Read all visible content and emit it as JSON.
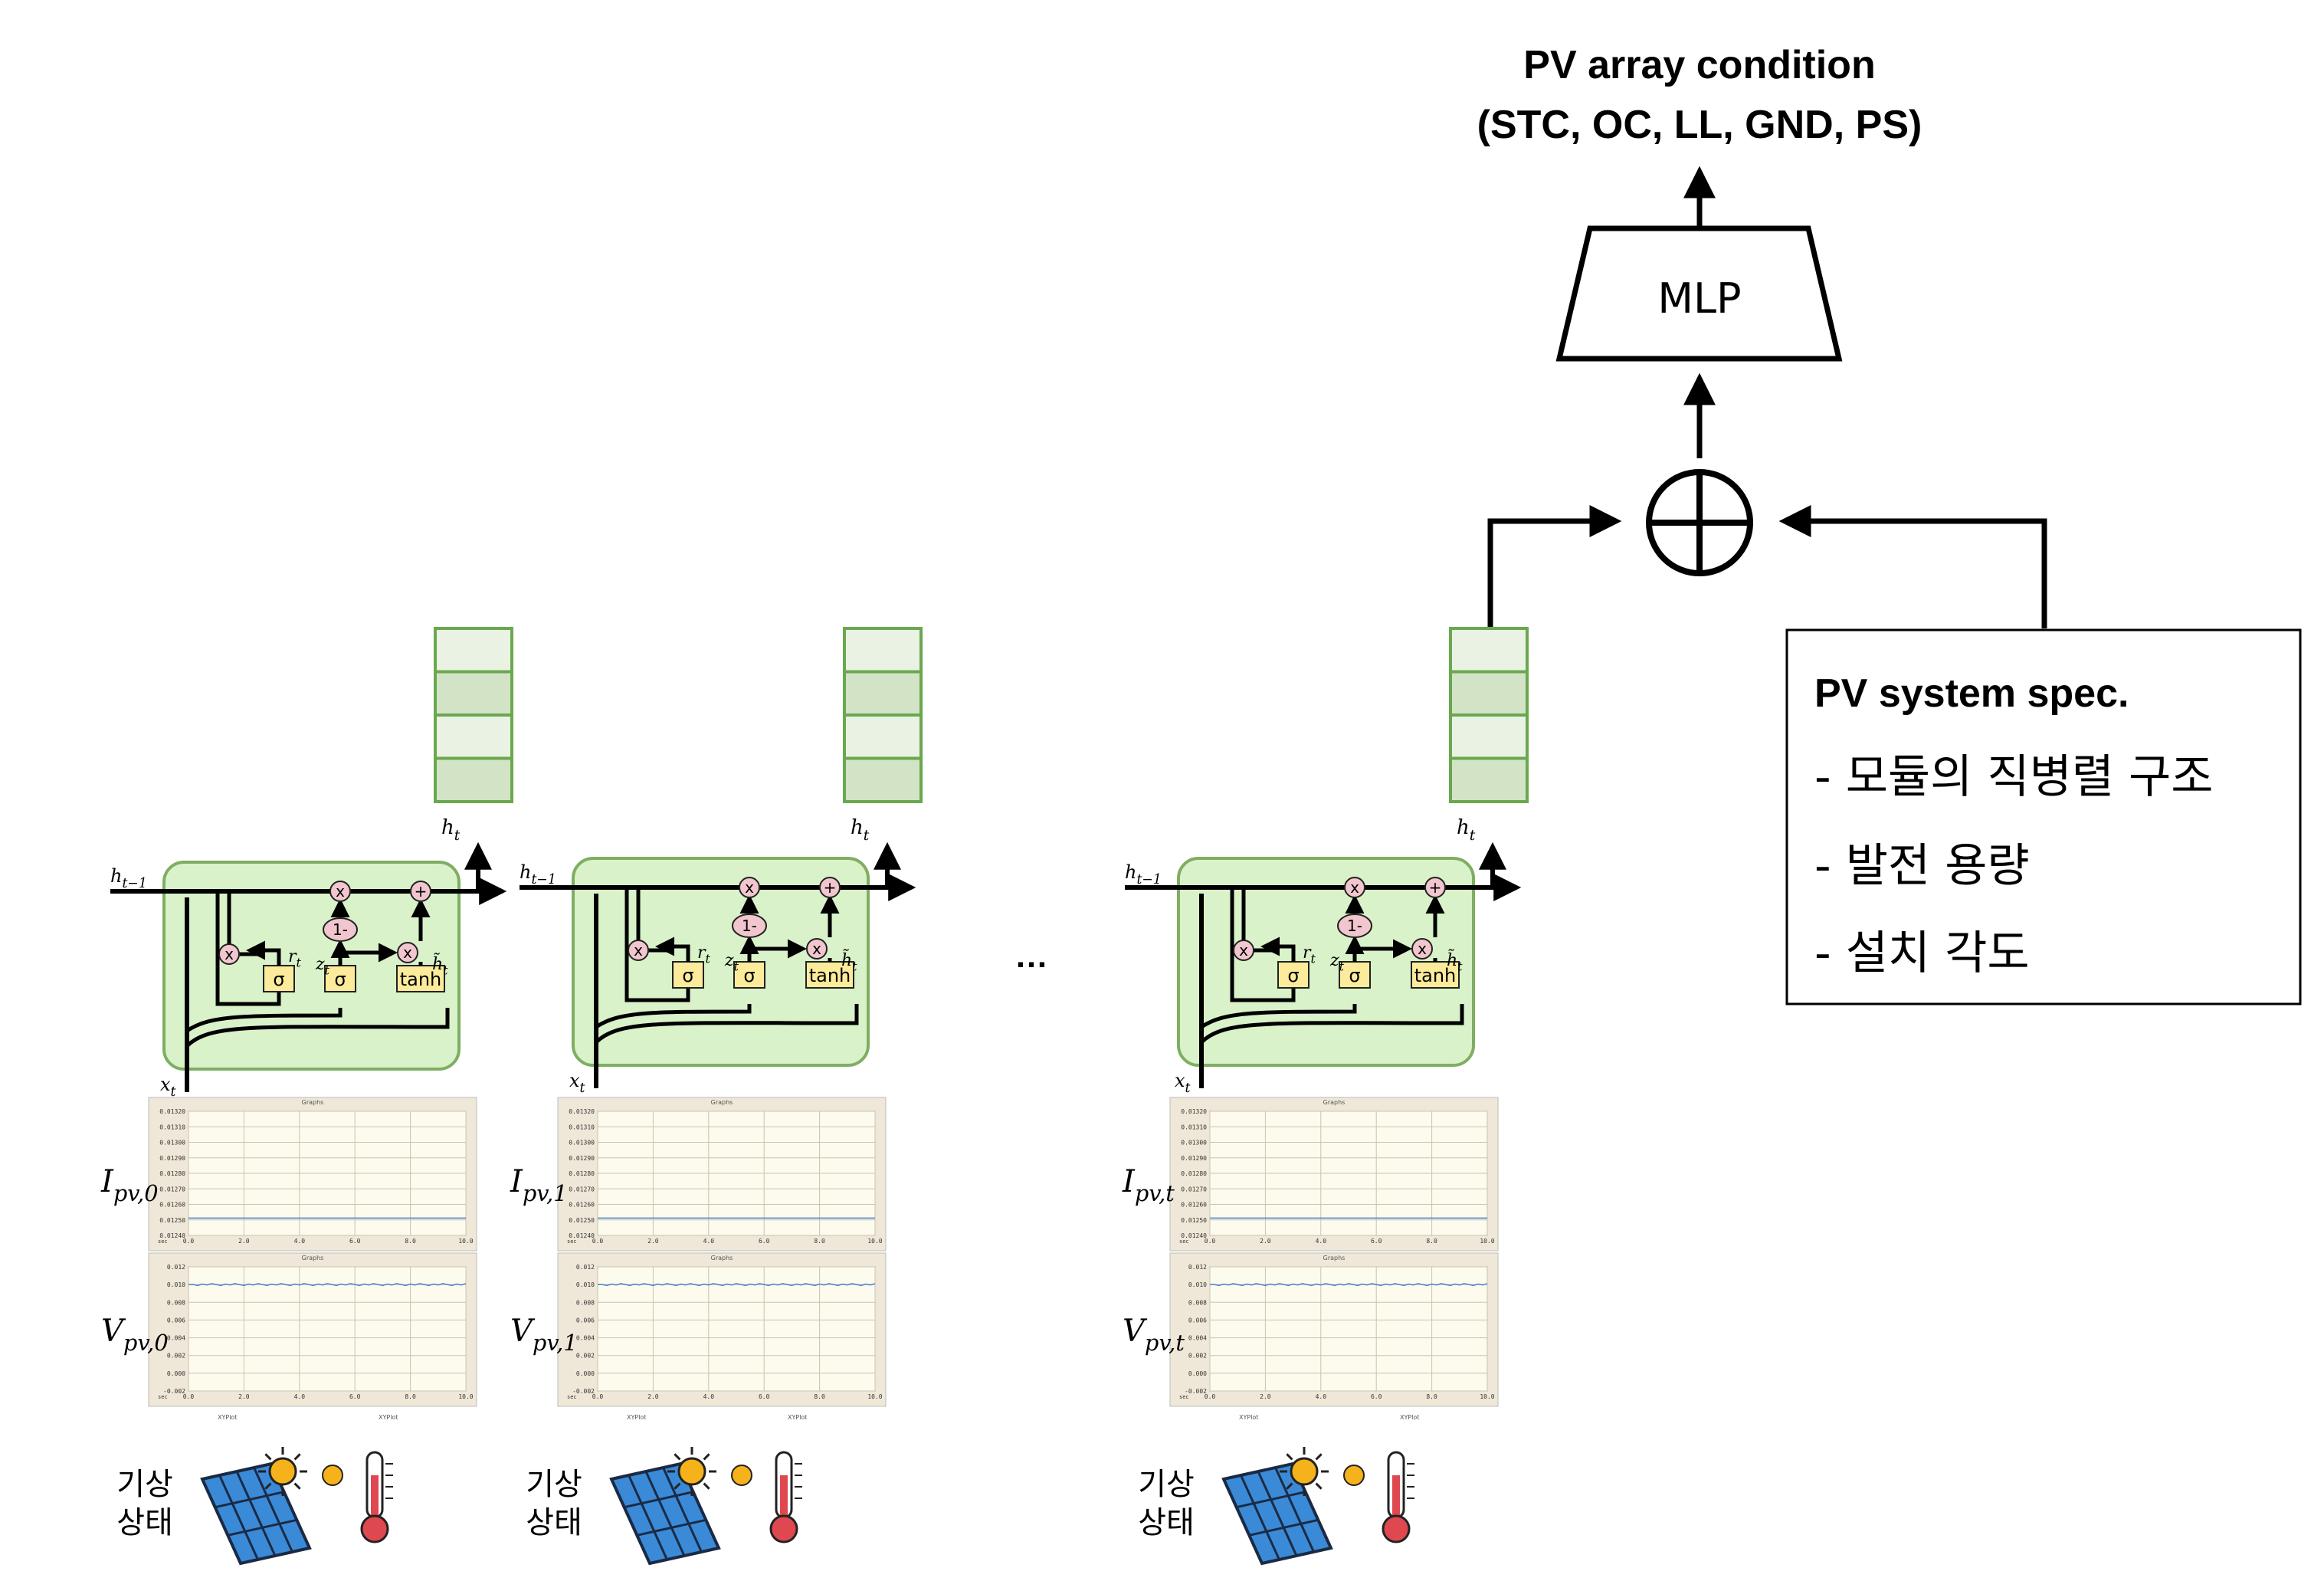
{
  "output": {
    "title_line1": "PV array condition",
    "title_line2": "(STC, OC, LL, GND, PS)"
  },
  "mlp_label": "MLP",
  "concat_symbol": "⊕",
  "spec_box": {
    "title": "PV system spec.",
    "items": [
      "- 모듈의 직병렬 구조",
      "- 발전 용량",
      "- 설치 각도"
    ]
  },
  "ellipsis": "…",
  "gate_labels": {
    "sigma": "σ",
    "tanh": "tanh",
    "one_minus": "1-",
    "mult": "x",
    "plus": "+"
  },
  "timesteps": [
    {
      "h_prev": "h_{t−1}",
      "h_out": "h_t",
      "x_in": "x_t",
      "r": "r_t",
      "z": "z_t",
      "h_tilde": "h̃_t",
      "current_label": "I_{pv,0}",
      "voltage_label": "V_{pv,0}",
      "weather_line1": "기상",
      "weather_line2": "상태"
    },
    {
      "h_prev": "h_{t−1}",
      "h_out": "h_t",
      "x_in": "x_t",
      "r": "r_t",
      "z": "z_t",
      "h_tilde": "h̃_t",
      "current_label": "I_{pv,1}",
      "voltage_label": "V_{pv,1}",
      "weather_line1": "기상",
      "weather_line2": "상태"
    },
    {
      "h_prev": "h_{t−1}",
      "h_out": "h_t",
      "x_in": "x_t",
      "r": "r_t",
      "z": "z_t",
      "h_tilde": "h̃_t",
      "current_label": "I_{pv,t}",
      "voltage_label": "V_{pv,t}",
      "weather_line1": "기상",
      "weather_line2": "상태"
    }
  ],
  "graph_window": {
    "title": "Graphs",
    "current_y_ticks": [
      "0.01320",
      "0.01310",
      "0.01300",
      "0.01290",
      "0.01280",
      "0.01270",
      "0.01260",
      "0.01250",
      "0.01240"
    ],
    "voltage_y_ticks": [
      "0.012",
      "0.010",
      "0.008",
      "0.006",
      "0.004",
      "0.002",
      "0.000",
      "-0.002"
    ],
    "x_ticks": [
      "0.0",
      "2.0",
      "4.0",
      "6.0",
      "8.0",
      "10.0"
    ],
    "x_unit": "sec",
    "footer_tab": "XYPlot"
  },
  "colors": {
    "gru_fill": "#d9f2c9",
    "gru_stroke": "#7fae63",
    "vector_stroke": "#6aa84f",
    "vector_cells": [
      "#eaf2e3",
      "#d3e3c6",
      "#eaf2e3",
      "#d3e3c6"
    ],
    "gate_fill": "#fbeb9a",
    "op_fill": "#f2c6cf",
    "plot_bg": "#fdfbee",
    "window_bg": "#efe8d8",
    "signal": "#4a7fd0"
  },
  "icons": [
    "solar-panel-icon",
    "sun-icon",
    "thermometer-icon"
  ]
}
